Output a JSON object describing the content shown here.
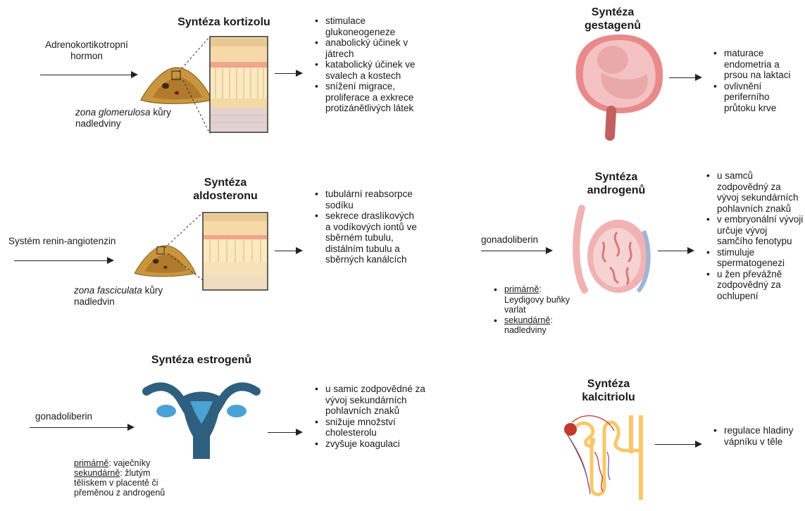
{
  "kortizol": {
    "title": "Syntéza kortizolu",
    "input": "Adrenokortikotropní hormon",
    "zone_italic": "zona glomerulosa",
    "zone_rest": " kůry nadledviny",
    "effects": [
      "stimulace glukoneogeneze",
      "anabolický účinek v játrech",
      "katabolický účinek ve svalech a kostech",
      "snížení migrace, proliferace a exkrece protizánětlivých látek"
    ]
  },
  "aldosteron": {
    "title": "Syntéza aldosteronu",
    "input": "Systém renin-angiotenzin",
    "zone_italic": "zona fasciculata",
    "zone_rest": " kůry nadledvin",
    "effects": [
      "tubulární reabsorpce sodíku",
      "sekrece draslíkových a vodíkových iontů ve sběrném tubulu, distálním tubulu a sběrných kanálcích"
    ]
  },
  "estrogeny": {
    "title": "Syntéza estrogenů",
    "input": "gonadoliberin",
    "source_primary_label": "primárně",
    "source_primary_text": ": vaječníky",
    "source_secondary_label": "sekundárně",
    "source_secondary_text": ": žlutým tělískem v placentě či přeměnou z androgenů",
    "effects": [
      "u samic zodpovědné za vývoj sekundárních pohlavních znaků",
      "snižuje množství cholesterolu",
      "zvyšuje koagulaci"
    ]
  },
  "gestageny": {
    "title": "Syntéza gestagenů",
    "effects": [
      "maturace endometria a prsou na laktaci",
      "ovlivnění periferního průtoku krve"
    ]
  },
  "androgeny": {
    "title": "Syntéza androgenů",
    "input": "gonadoliberin",
    "source_primary_label": "primárně",
    "source_primary_text": ": Leydigovy buňky varlat",
    "source_secondary_label": "sekundárně",
    "source_secondary_text": ": nadledviny",
    "effects": [
      "u samců zodpovědný za vývoj sekundárních pohlavních znaků",
      "v embryonální vývoji určuje vývoj samčího fenotypu",
      "stimuluje spermatogenezi",
      "u žen převážně zodpovědný za ochlupení"
    ]
  },
  "kalcitriol": {
    "title": "Syntéza kalcitriolu",
    "effects": [
      "regulace hladiny vápníku v těle"
    ]
  },
  "colors": {
    "adrenal": "#c9963f",
    "adrenal_dark": "#7a5a1a",
    "cortex_yellow": "#f6dfa6",
    "medulla_pink": "#e3d2d2",
    "uterus_blue": "#2f5f7e",
    "ovary_light": "#4aa3d4",
    "pregnant_pink": "#e98a8a",
    "testis": "#f0b2b2",
    "nephron_yellow": "#f7c86a",
    "vessel_red": "#c0392b"
  }
}
